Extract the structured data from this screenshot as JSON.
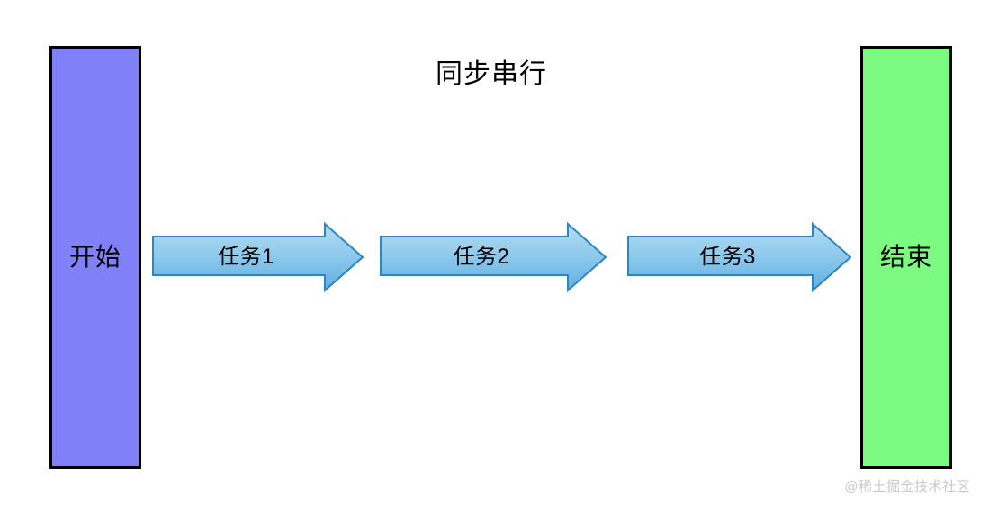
{
  "diagram": {
    "title": "同步串行",
    "background_color": "#ffffff",
    "start_node": {
      "label": "开始",
      "fill_color": "#8080f8",
      "border_color": "#000000"
    },
    "end_node": {
      "label": "结束",
      "fill_color": "#7cfa82",
      "border_color": "#000000"
    },
    "arrows": [
      {
        "label": "任务1",
        "fill_top_color": "#a8d8f0",
        "fill_bottom_color": "#5eaee0",
        "border_color": "#2e86c1"
      },
      {
        "label": "任务2",
        "fill_top_color": "#a8d8f0",
        "fill_bottom_color": "#5eaee0",
        "border_color": "#2e86c1"
      },
      {
        "label": "任务3",
        "fill_top_color": "#a8d8f0",
        "fill_bottom_color": "#5eaee0",
        "border_color": "#2e86c1"
      }
    ],
    "watermark": "@稀土掘金技术社区"
  }
}
